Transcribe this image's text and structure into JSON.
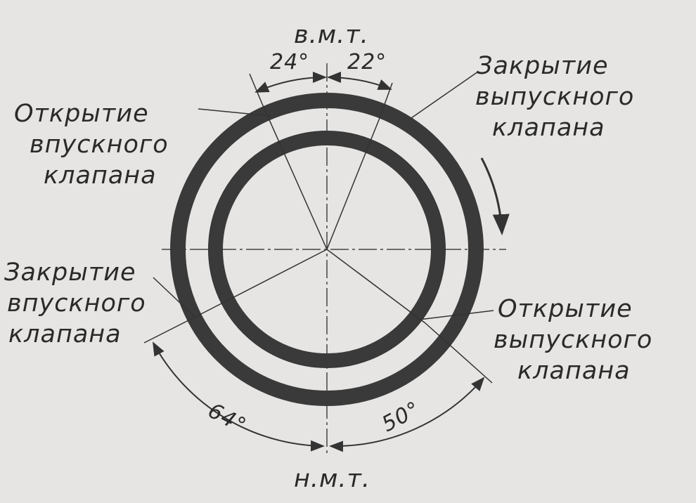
{
  "top_dead_center": "в.м.т.",
  "bottom_dead_center": "н.м.т.",
  "angles": {
    "intake_open_before_tdc": "24°",
    "exhaust_close_after_tdc": "22°",
    "intake_close_after_bdc": "64°",
    "exhaust_open_before_bdc": "50°"
  },
  "labels": {
    "intake_open": [
      "Открытие",
      "впускного",
      "клапана"
    ],
    "exhaust_close": [
      "Закрытие",
      "выпускного",
      "клапана"
    ],
    "intake_close": [
      "Закрытие",
      "впускного",
      "клапана"
    ],
    "exhaust_open": [
      "Открытие",
      "выпускного",
      "клапана"
    ]
  },
  "colors": {
    "ink": "#333333",
    "band": "#3a3a3a",
    "paper": "#e6e5e3"
  }
}
